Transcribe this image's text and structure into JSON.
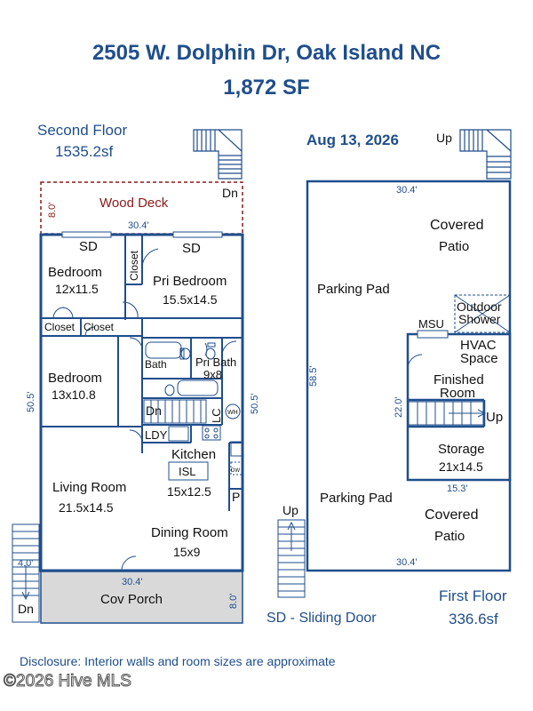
{
  "header": {
    "address": "2505 W. Dolphin Dr, Oak Island NC",
    "area": "1,872 SF",
    "date": "Aug 13, 2026"
  },
  "second_floor": {
    "label": "Second Floor",
    "area": "1535.2sf",
    "rooms": {
      "wood_deck": "Wood Deck",
      "deck_depth": "8.0'",
      "deck_width": "30.4'",
      "dn_top": "Dn",
      "sd_left": "SD",
      "sd_right": "SD",
      "bedroom1": "Bedroom",
      "bedroom1_size": "12x11.5",
      "closet_v": "Closet",
      "pri_bedroom": "Pri Bedroom",
      "pri_bedroom_size": "15.5x14.5",
      "closet_a": "Closet",
      "closet_b": "Closet",
      "bedroom2": "Bedroom",
      "bedroom2_size": "13x10.8",
      "bath": "Bath",
      "pri_bath": "Pri Bath",
      "pri_bath_size": "9x8",
      "dn_stair": "Dn",
      "lc": "LC",
      "wh": "WH",
      "ldy": "LDY",
      "kitchen": "Kitchen",
      "isl": "ISL",
      "kitchen_size": "15x12.5",
      "pantry": "P",
      "dw": "DW",
      "living": "Living Room",
      "living_size": "21.5x14.5",
      "dining": "Dining Room",
      "dining_size": "15x9",
      "left_height": "50.5'",
      "right_height": "50.5'",
      "bottom_width": "30.4'",
      "cov_porch": "Cov Porch",
      "porch_depth": "8.0'",
      "stair_width": "4.0'",
      "dn_bottom": "Dn"
    }
  },
  "first_floor": {
    "label": "First Floor",
    "area": "336.6sf",
    "rooms": {
      "up_top": "Up",
      "top_width": "30.4'",
      "covered_top": "Covered",
      "patio_top": "Patio",
      "parking_top": "Parking Pad",
      "outdoor": "Outdoor",
      "shower": "Shower",
      "msu": "MSU",
      "hvac": "HVAC",
      "space": "Space",
      "finished": "Finished",
      "room": "Room",
      "up_stair": "Up",
      "storage": "Storage",
      "storage_size": "21x14.5",
      "inner_height": "22.0'",
      "inner_width": "15.3'",
      "left_height": "58.5'",
      "parking_bottom": "Parking Pad",
      "covered_bottom": "Covered",
      "patio_bottom": "Patio",
      "bottom_width": "30.4'",
      "up_left": "Up"
    }
  },
  "legend": {
    "sd": "SD - Sliding Door"
  },
  "footer": {
    "disclosure": "Disclosure: Interior walls and room sizes are approximate",
    "watermark": "©2026 Hive MLS"
  },
  "colors": {
    "wall": "#1f4e8c",
    "deck": "#8b1a1a",
    "porch_fill": "#d9d9d9"
  }
}
